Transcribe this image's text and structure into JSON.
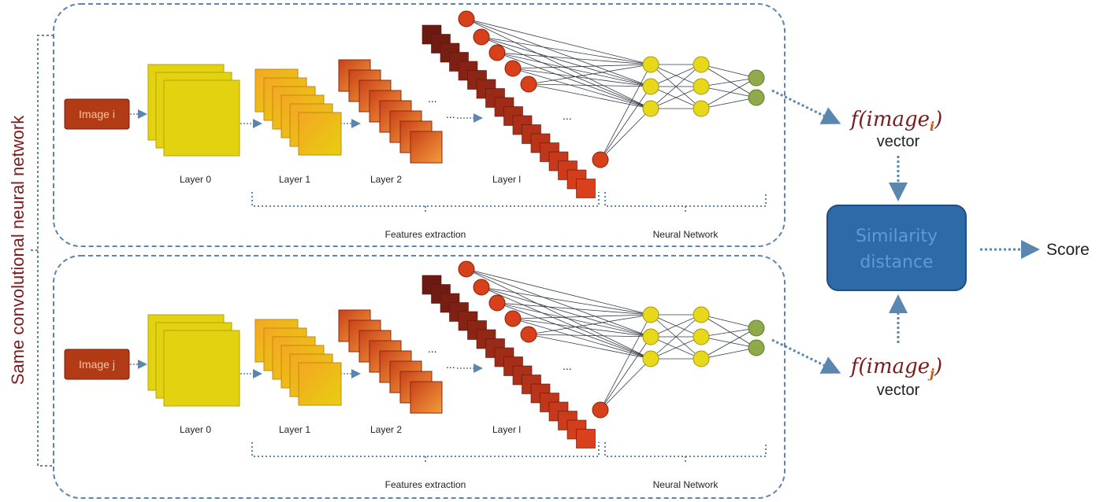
{
  "side_label": "Same convolutional neural network",
  "branches": [
    {
      "image_label": "Image i"
    },
    {
      "image_label": "Image j"
    }
  ],
  "layer_labels": [
    "Layer 0",
    "Layer 1",
    "Layer 2",
    "Layer l"
  ],
  "ellipsis": "...",
  "group_labels": {
    "features": "Features extraction",
    "network": "Neural Network"
  },
  "outputs": [
    {
      "function": "f(image",
      "subscript": "i",
      "close": ")",
      "caption": "vector"
    },
    {
      "function": "f(image",
      "subscript": "j",
      "close": ")",
      "caption": "vector"
    }
  ],
  "similarity": {
    "line1": "Similarity",
    "line2": "distance"
  },
  "score": "Score",
  "colors": {
    "dashed_border": "#5b86b0",
    "image_box": "#b23a14",
    "layer0": "#e2d20f",
    "layer1_from": "#f5a623",
    "layer1_to": "#e6cf10",
    "layer2_from": "#c9401a",
    "layer2_to": "#f39c3a",
    "layerl_from": "#6b1a12",
    "layerl_to": "#d9401c",
    "neuron_red": "#d6401a",
    "neuron_yellow": "#e8d81a",
    "neuron_green": "#8faa4a",
    "similarity_box": "#2e6aa8",
    "arrow": "#5b86b0"
  }
}
